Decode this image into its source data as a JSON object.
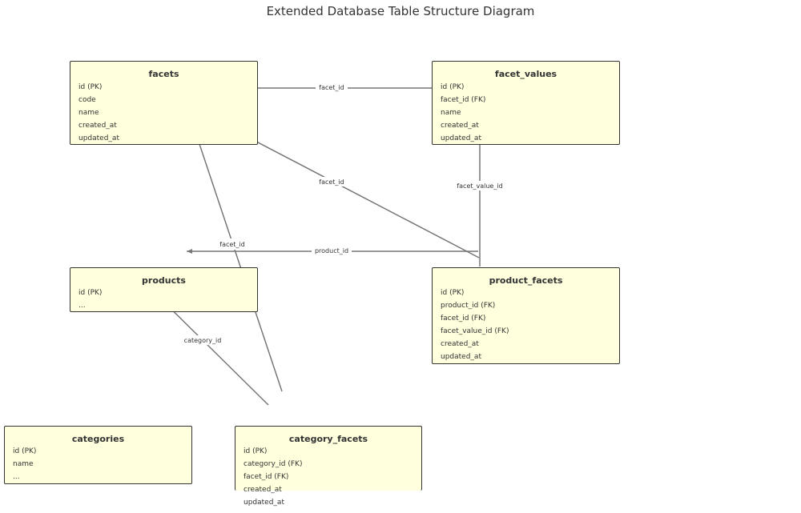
{
  "title": "Extended Database Table Structure Diagram",
  "tables": {
    "facets": {
      "name": "facets",
      "fields": [
        "id (PK)",
        "code",
        "name",
        "created_at",
        "updated_at"
      ]
    },
    "facet_values": {
      "name": "facet_values",
      "fields": [
        "id (PK)",
        "facet_id (FK)",
        "name",
        "created_at",
        "updated_at"
      ]
    },
    "products": {
      "name": "products",
      "fields": [
        "id (PK)",
        "..."
      ]
    },
    "product_facets": {
      "name": "product_facets",
      "fields": [
        "id (PK)",
        "product_id (FK)",
        "facet_id (FK)",
        "facet_value_id (FK)",
        "created_at",
        "updated_at"
      ]
    },
    "categories": {
      "name": "categories",
      "fields": [
        "id (PK)",
        "name",
        "..."
      ]
    },
    "category_facets": {
      "name": "category_facets",
      "fields": [
        "id (PK)",
        "category_id (FK)",
        "facet_id (FK)",
        "created_at",
        "updated_at"
      ]
    }
  },
  "relations": [
    {
      "label": "facet_id"
    },
    {
      "label": "facet_id"
    },
    {
      "label": "facet_value_id"
    },
    {
      "label": "product_id"
    },
    {
      "label": "facet_id"
    },
    {
      "label": "category_id"
    }
  ],
  "colors": {
    "table_fill": "#ffffdd",
    "border": "#333333",
    "edge": "#777777"
  }
}
